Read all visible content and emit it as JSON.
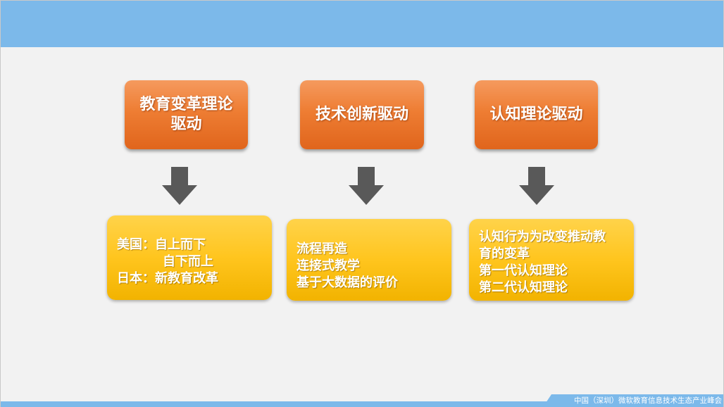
{
  "footer": {
    "text": "中国（深圳）微软教育信息技术生态产业峰会"
  },
  "drivers": [
    {
      "label_line1": "教育变革理论",
      "label_line2": "驱动"
    },
    {
      "label_line1": "技术创新驱动"
    },
    {
      "label_line1": "认知理论驱动"
    }
  ],
  "details": [
    {
      "lines": [
        "美国：自上而下",
        "自下而上",
        "日本：新教育改革"
      ]
    },
    {
      "lines": [
        "流程再造",
        "连接式教学",
        "基于大数据的评价"
      ]
    },
    {
      "lines": [
        "认知行为为改变推动教",
        "育的变革",
        "第一代认知理论",
        "第二代认知理论"
      ]
    }
  ],
  "colors": {
    "band": "#7cb9ea",
    "driver_box": "#ee7d33",
    "detail_box": "#ffc51e",
    "arrow": "#595959",
    "background": "#f2f2f2"
  },
  "icons": {
    "arrow": "down-arrow-icon"
  }
}
